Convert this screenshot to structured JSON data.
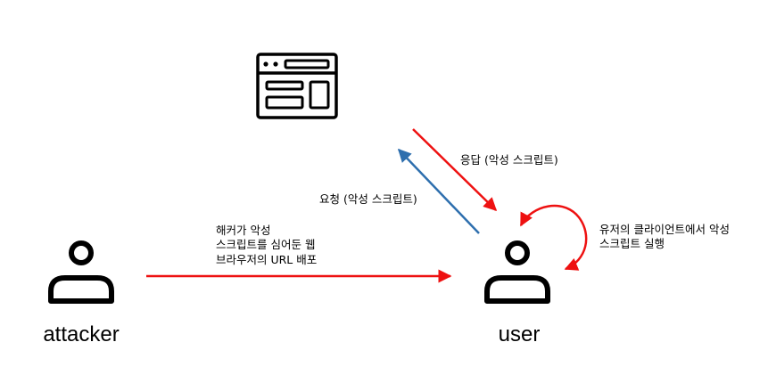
{
  "actors": {
    "attacker": "attacker",
    "user": "user"
  },
  "labels": {
    "distribute": [
      "해커가 악성",
      "스크립트를 심어둔 웹",
      "브라우저의 URL 배포"
    ],
    "response": "응답 (악성 스크립트)",
    "request": "요청 (악성 스크립트)",
    "client_exec": [
      "유저의 클라이언트에서 악성",
      "스크립트 실행"
    ]
  },
  "icons": {
    "server": "web-browser-window-icon",
    "attacker": "person-icon",
    "user": "person-icon"
  },
  "colors": {
    "red_arrow": "#ee1111",
    "blue_arrow": "#2e6fae",
    "icon": "#000000"
  }
}
